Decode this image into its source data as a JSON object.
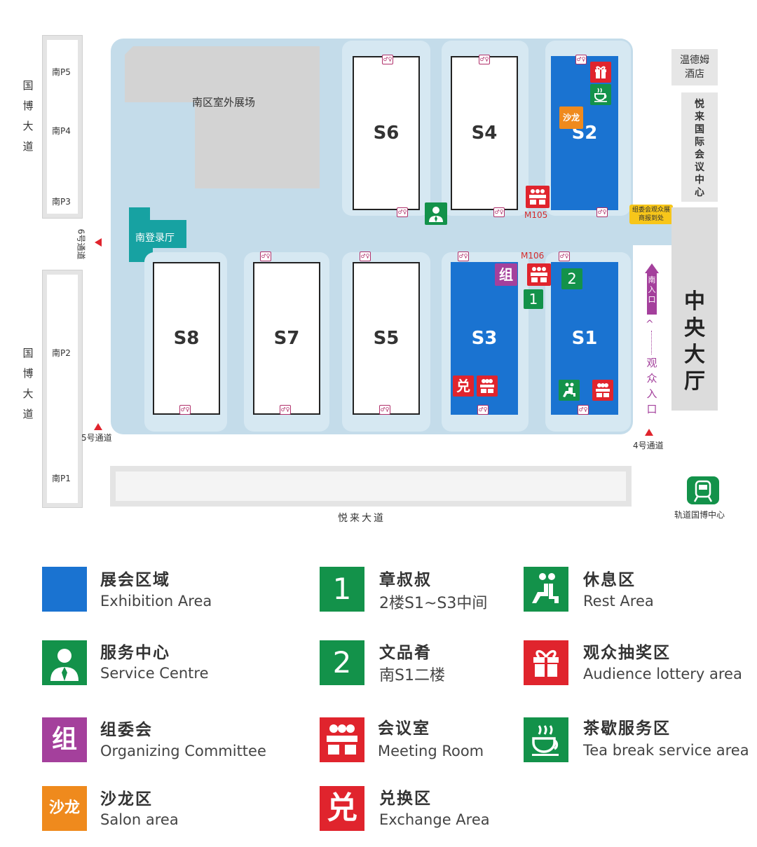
{
  "map": {
    "outdoor_area": "南区室外展场",
    "registration_hall": "南登录厅",
    "central_hall": "中央大厅",
    "halls": [
      "S6",
      "S4",
      "S2",
      "S8",
      "S7",
      "S5",
      "S3",
      "S1"
    ],
    "room_m105": "M105",
    "room_m106": "M106",
    "left_road_top": "国博大道",
    "left_road_bottom": "国博大道",
    "bottom_road": "悦来大道",
    "parking": [
      "南P5",
      "南P4",
      "南P3",
      "南P2",
      "南P1"
    ],
    "channel_6": "6号通道",
    "channel_5": "5号通道",
    "channel_4": "4号通道",
    "hotel": "温德姆酒店",
    "conference_center": "悦来国际会议中心",
    "south_entrance": "南入口",
    "audience_entrance": "观众入口",
    "reg_sign": "组委会观众展商报到处",
    "metro": "轨道国博中心",
    "salon_badge": "沙龙",
    "organizer_badge": "组",
    "exchange_badge": "兑",
    "num_1": "1",
    "num_2": "2"
  },
  "legend": [
    {
      "icon": "exhibition-area-icon",
      "cn": "展会区域",
      "en": "Exhibition Area",
      "glyph": ""
    },
    {
      "icon": "number-1-icon",
      "cn": "章叔叔",
      "en": "2楼S1~S3中间",
      "glyph": "1"
    },
    {
      "icon": "rest-area-icon",
      "cn": "休息区",
      "en": "Rest Area",
      "glyph": ""
    },
    {
      "icon": "service-centre-icon",
      "cn": "服务中心",
      "en": "Service Centre",
      "glyph": ""
    },
    {
      "icon": "number-2-icon",
      "cn": "文品肴",
      "en": "南S1二楼",
      "glyph": "2"
    },
    {
      "icon": "gift-icon",
      "cn": "观众抽奖区",
      "en": "Audience lottery area",
      "glyph": ""
    },
    {
      "icon": "organizing-committee-icon",
      "cn": "组委会",
      "en": "Organizing Committee",
      "glyph": "组"
    },
    {
      "icon": "meeting-room-icon",
      "cn": "会议室",
      "en": "Meeting Room",
      "glyph": ""
    },
    {
      "icon": "tea-cup-icon",
      "cn": "茶歇服务区",
      "en": "Tea break service area",
      "glyph": ""
    },
    {
      "icon": "salon-icon",
      "cn": "沙龙区",
      "en": "Salon area",
      "glyph": "沙龙"
    },
    {
      "icon": "exchange-icon",
      "cn": "兑换区",
      "en": "Exchange Area",
      "glyph": "兑"
    }
  ],
  "colors": {
    "exhibition_blue": "#1a73d1",
    "floor_light_blue": "#c4dcea",
    "green": "#13924a",
    "red": "#e0242d",
    "purple": "#a4409c",
    "orange": "#ef8a1d",
    "teal": "#17a2a2",
    "gray": "#d3d3d3"
  }
}
